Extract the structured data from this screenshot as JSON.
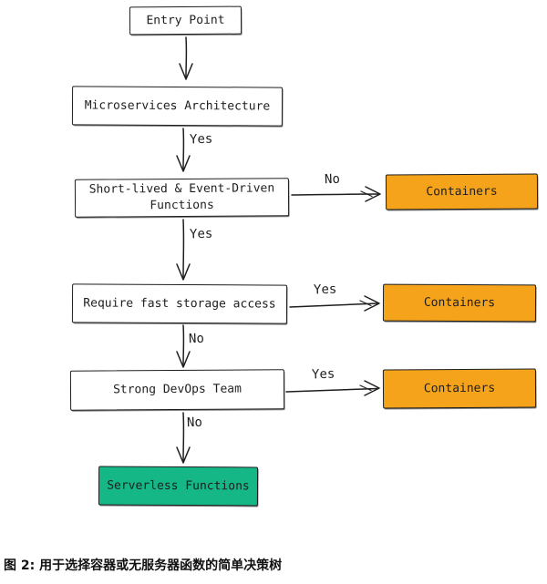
{
  "diagram": {
    "nodes": {
      "entry": {
        "label": "Entry Point"
      },
      "microservices": {
        "label": "Microservices Architecture"
      },
      "short_lived": {
        "label": "Short-lived & Event-Driven Functions"
      },
      "fast_storage": {
        "label": "Require fast storage access"
      },
      "devops": {
        "label": "Strong DevOps Team"
      },
      "containers_1": {
        "label": "Containers"
      },
      "containers_2": {
        "label": "Containers"
      },
      "containers_3": {
        "label": "Containers"
      },
      "serverless": {
        "label": "Serverless Functions"
      }
    },
    "edge_labels": {
      "microservices_yes": "Yes",
      "short_lived_no": "No",
      "short_lived_yes": "Yes",
      "fast_storage_yes": "Yes",
      "fast_storage_no": "No",
      "devops_yes": "Yes",
      "devops_no": "No"
    }
  },
  "caption": "图 2: 用于选择容器或无服务器函数的简单决策树",
  "colors": {
    "containers_fill": "#f5a31b",
    "serverless_fill": "#16b786",
    "ink": "#1e1e1e",
    "box_fill": "#ffffff",
    "background": "#ffffff"
  }
}
